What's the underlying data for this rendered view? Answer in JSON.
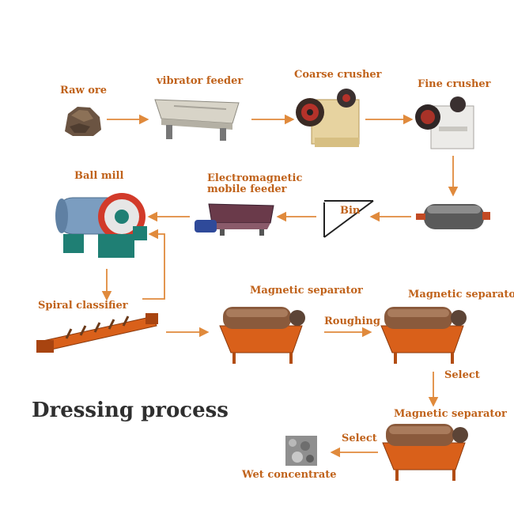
{
  "labels": {
    "raw_ore": "Raw ore",
    "vibrator_feeder": "vibrator feeder",
    "coarse_crusher": "Coarse crusher",
    "fine_crusher": "Fine crusher",
    "ball_mill": "Ball mill",
    "em_feeder_line1": "Electromagnetic",
    "em_feeder_line2": "mobile feeder",
    "bin": "Bin",
    "spiral_classifier": "Spiral classifier",
    "magnetic_separator_1": "Magnetic separator",
    "magnetic_separator_2": "Magnetic separato",
    "magnetic_separator_3": "Magnetic separator",
    "roughing": "Roughing",
    "select_1": "Select",
    "select_2": "Select",
    "wet_concentrate": "Wet concentrate"
  },
  "title": "Dressing process",
  "colors": {
    "label": "#c0621a",
    "arrow": "#e08a3c",
    "separator_body": "#d9601a",
    "drum": "#8a5a3c",
    "mill_blue": "#6f8fb0",
    "mill_gear": "#d23a2a",
    "crusher_body": "#e7d3a0"
  },
  "icons": [
    "ore-rock-icon",
    "feeder-icon",
    "crusher-icon",
    "belt-pulley-icon",
    "ball-mill-icon",
    "bin-icon",
    "classifier-icon",
    "separator-icon",
    "concentrate-icon"
  ]
}
